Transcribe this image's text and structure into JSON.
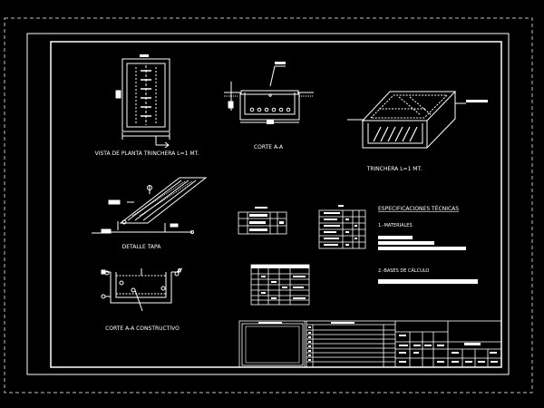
{
  "drawing": {
    "views": {
      "plan_view": "VISTA DE PLANTA TRINCHERA L=1 MT.",
      "section_aa": "CORTE A-A",
      "trench_iso": "TRINCHERA L=1 MT.",
      "cover_detail": "DETALLE TAPA",
      "section_constructive": "CORTE A-A CONSTRUCTIVO"
    },
    "specs": {
      "title": "ESPECIFICACIONES TÉCNICAS",
      "materials": "1.-MATERIALES",
      "calc_basis": "2.-BASES DE CÁLCULO"
    }
  },
  "colors": {
    "background": "#000000",
    "lines": "#ffffff",
    "dashed_frame": "#bfbfbf"
  }
}
